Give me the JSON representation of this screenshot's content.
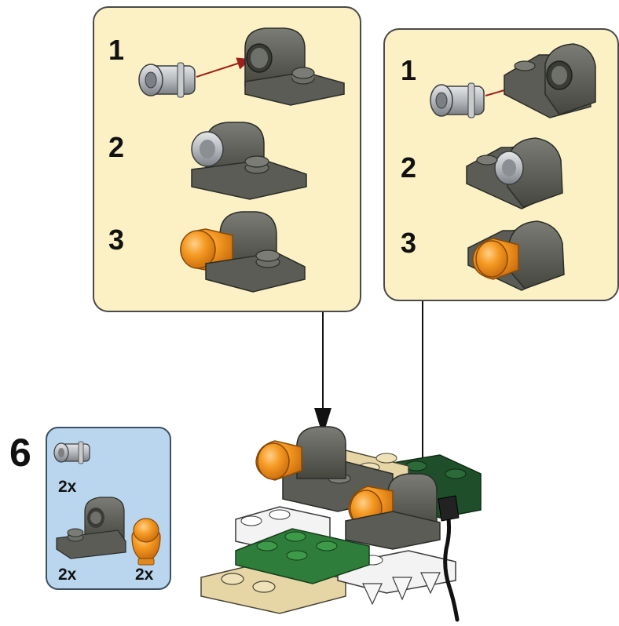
{
  "step": {
    "number": "6"
  },
  "subassembly_a": {
    "steps": [
      "1",
      "2",
      "3"
    ]
  },
  "subassembly_b": {
    "steps": [
      "1",
      "2",
      "3"
    ]
  },
  "parts_list": {
    "items": [
      {
        "icon": "pin-connector-icon",
        "quantity": "2x"
      },
      {
        "icon": "bracket-plate-icon",
        "quantity": "2x"
      },
      {
        "icon": "orange-cone-icon",
        "quantity": "2x"
      }
    ]
  },
  "colors": {
    "callout_background": "#fbf1c4",
    "parts_background": "#bad6ef",
    "dark_gray_brick": "#55574f",
    "light_gray_pin": "#b8babd",
    "trans_orange": "#f59a23",
    "green_plate": "#2f7d3a",
    "tan_plate": "#e6d6a6",
    "white_plate": "#f3f3f3",
    "arrow_red": "#a01f1f"
  }
}
